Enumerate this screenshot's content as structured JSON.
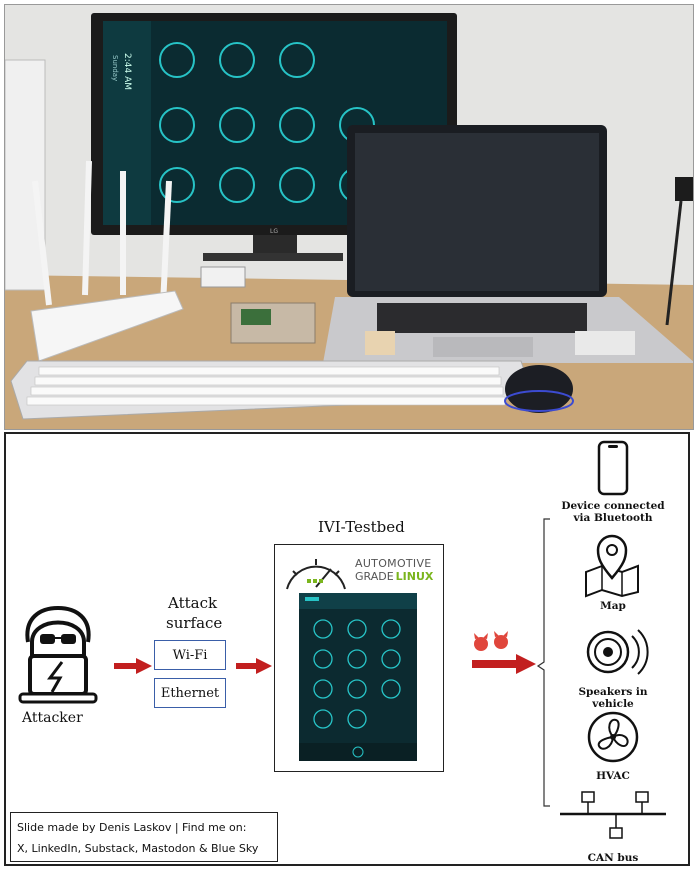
{
  "testbed": {
    "title": "IVI-Testbed"
  },
  "agl": {
    "line1": "AUTOMOTIVE",
    "line2_a": "GRADE",
    "line2_b": "LINUX"
  },
  "screen_clock": {
    "time": "2:44 AM",
    "day": "Sunday"
  },
  "attack_surface": {
    "label_line1": "Attack",
    "label_line2": "surface",
    "items": [
      "Wi-Fi",
      "Ethernet"
    ]
  },
  "attacker": {
    "label": "Attacker"
  },
  "targets": [
    {
      "line1": "Device connected",
      "line2": "via Bluetooth"
    },
    {
      "line1": "Map",
      "line2": ""
    },
    {
      "line1": "Speakers in vehicle",
      "line2": ""
    },
    {
      "line1": "HVAC",
      "line2": ""
    },
    {
      "line1": "CAN bus",
      "line2": ""
    }
  ],
  "credit": {
    "line1": "Slide made by Denis Laskov | Find me on:",
    "line2": "X, LinkedIn, Substack, Mastodon & Blue Sky"
  },
  "colors": {
    "arrow": "#c21f1f",
    "box_border": "#3a5ea8",
    "agl_green": "#7ab51d",
    "screen_teal": "#0f8a8f",
    "devil": "#e0463c"
  }
}
